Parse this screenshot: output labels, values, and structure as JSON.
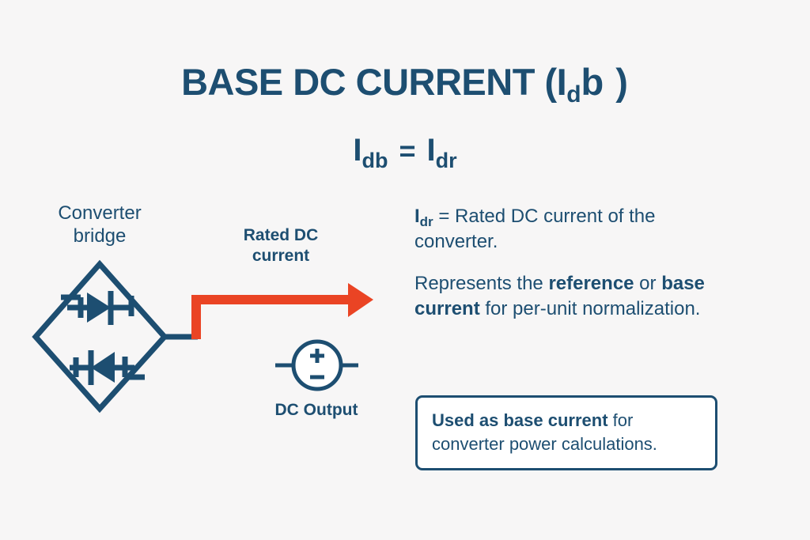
{
  "colors": {
    "background": "#f7f6f6",
    "ink": "#1d4e71",
    "accent_arrow": "#ea4424",
    "callout_fill": "#ffffff"
  },
  "title": {
    "main": "BASE DC CURRENT (I",
    "subscript": "d",
    "tail": "b )"
  },
  "formula": {
    "lhs_symbol": "I",
    "lhs_sub": "db",
    "equals": "=",
    "rhs_symbol": "I",
    "rhs_sub": "dr"
  },
  "diagram": {
    "converter_bridge_label": "Converter\nbridge",
    "rated_dc_label": "Rated DC\ncurrent",
    "dc_output_label": "DC Output",
    "source_plus": "+",
    "source_minus": "−"
  },
  "right_column": {
    "definition": {
      "symbol": "I",
      "symbol_sub": "dr",
      "equals": " = ",
      "text": "Rated DC current of the converter."
    },
    "represents": {
      "lead": "Represents the ",
      "bold1": "reference",
      "middle": " or ",
      "bold2": "base current",
      "tail": " for per-unit normalization."
    }
  },
  "callout": {
    "bold": "Used as base current",
    "tail": " for converter power calculations."
  }
}
